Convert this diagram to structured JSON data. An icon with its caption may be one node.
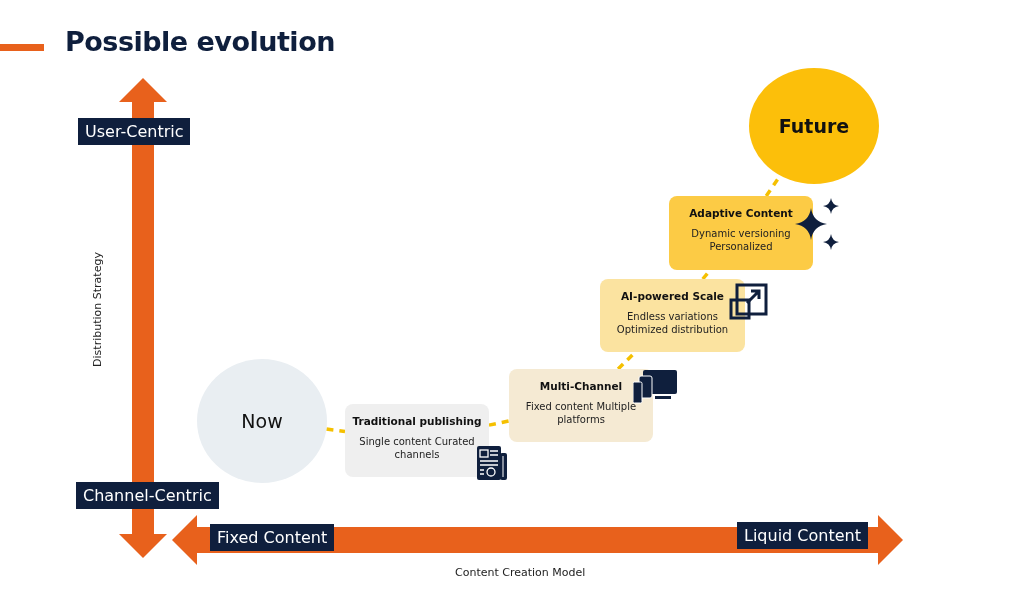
{
  "diagram": {
    "title": "Possible evolution",
    "nodes": [
      {
        "text": [
          "Now"
        ]
      },
      {
        "text": [
          "Traditional publishing",
          "Single content Curated channels"
        ]
      },
      {
        "text": [
          "Multi-Channel",
          "Fixed content Multiple platforms"
        ]
      },
      {
        "text": [
          "AI-powered Scale",
          "Endless variations Optimized distribution"
        ]
      },
      {
        "text": [
          "Adaptive Content",
          "Dynamic versioning Personalized"
        ]
      },
      {
        "text": [
          "Future"
        ]
      }
    ],
    "edges": [
      {
        "from": 0,
        "to": 1,
        "arrow": "none",
        "style": "dashed"
      },
      {
        "from": 1,
        "to": 2,
        "arrow": "none",
        "style": "dashed"
      },
      {
        "from": 2,
        "to": 3,
        "arrow": "none",
        "style": "dashed"
      },
      {
        "from": 3,
        "to": 4,
        "arrow": "none",
        "style": "dashed"
      },
      {
        "from": 4,
        "to": 5,
        "arrow": "none",
        "style": "dashed"
      }
    ],
    "labels": [
      "User-Centric",
      "Distribution Strategy",
      "Channel-Centric",
      "Fixed Content",
      "Liquid Content",
      "Content Creation Model"
    ]
  }
}
